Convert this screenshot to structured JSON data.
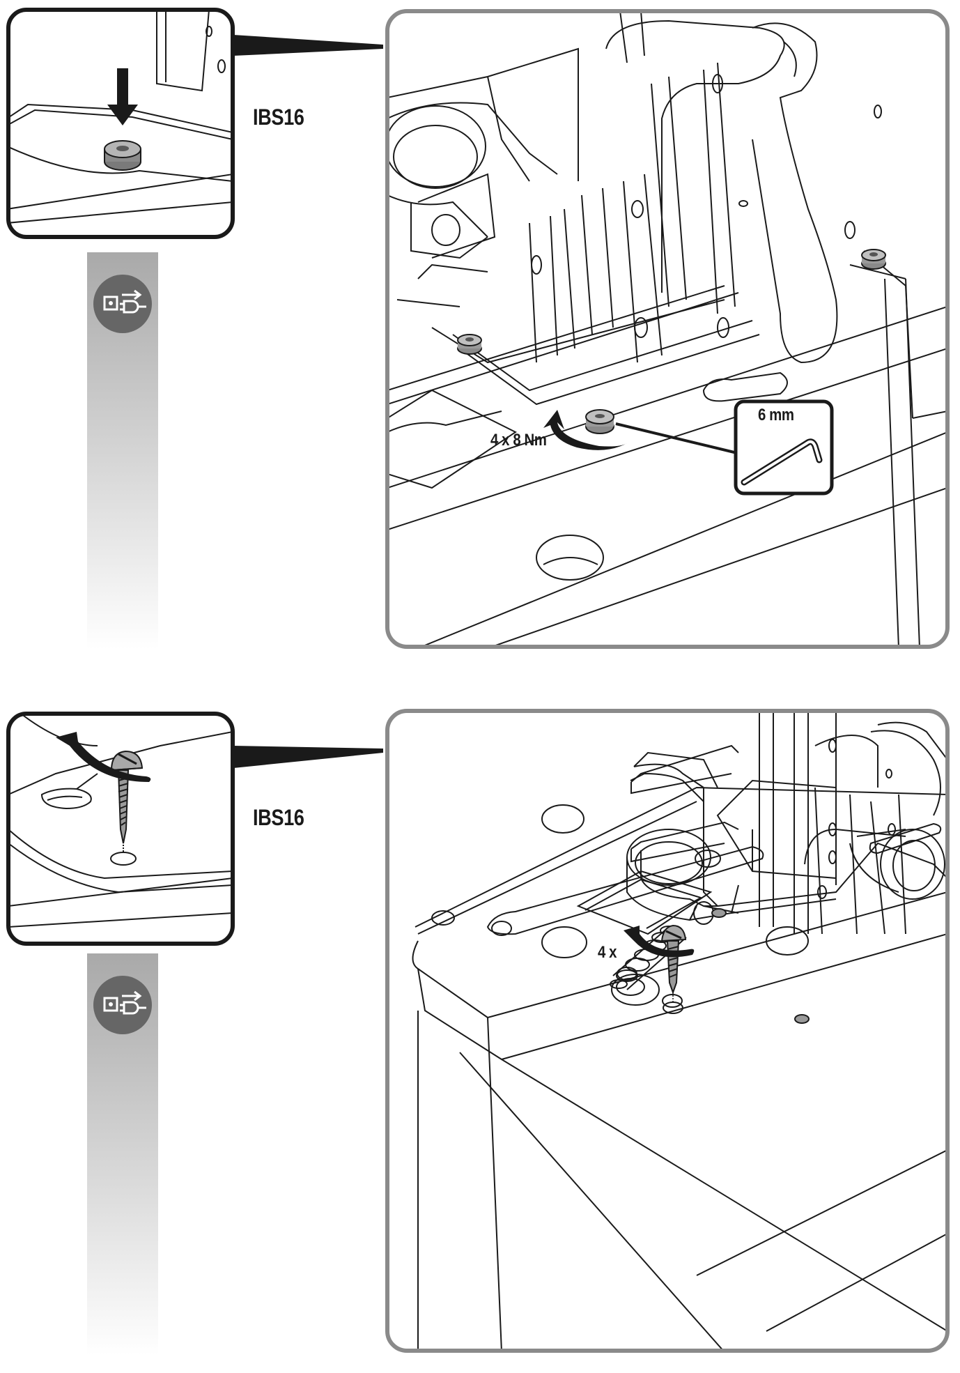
{
  "colors": {
    "frame": "#8a8a8a",
    "inset_frame": "#1a1a1a",
    "line": "#1a1a1a",
    "screw": "#9a9a9a",
    "gradient_top": "#a9a9a9",
    "gradient_bottom": "#ffffff",
    "badge": "#666666"
  },
  "steps": [
    {
      "model": "IBS16",
      "torque": "4 x 8 Nm",
      "tool_size": "6 mm",
      "icon": "unplug-power-icon"
    },
    {
      "model": "IBS16",
      "count": "4 x",
      "icon": "unplug-power-icon"
    }
  ]
}
